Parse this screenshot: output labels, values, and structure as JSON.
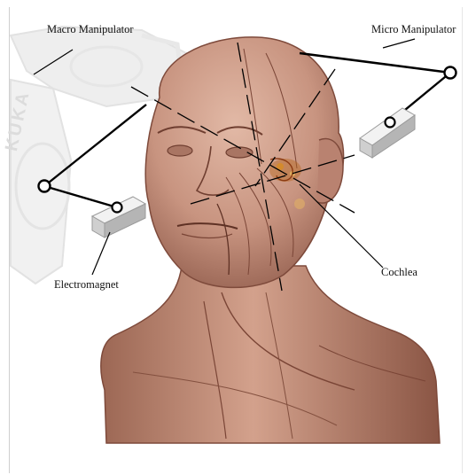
{
  "labels": {
    "macro_manipulator": "Macro Manipulator",
    "micro_manipulator": "Micro Manipulator",
    "cochlea": "Cochlea",
    "electromagnet": "Electromagnet"
  },
  "robot_brand": "KUKA",
  "colors": {
    "skin": "#c89480",
    "skin_shadow": "#8e5a4a",
    "skin_highlight": "#e2b9a6",
    "robot_gray": "#e4e4e4",
    "magnet_light": "#f2f2f2",
    "magnet_mid": "#cfcfcf",
    "magnet_dark": "#9a9a9a",
    "cochlea_accent": "#b5651d",
    "line": "#000000"
  }
}
